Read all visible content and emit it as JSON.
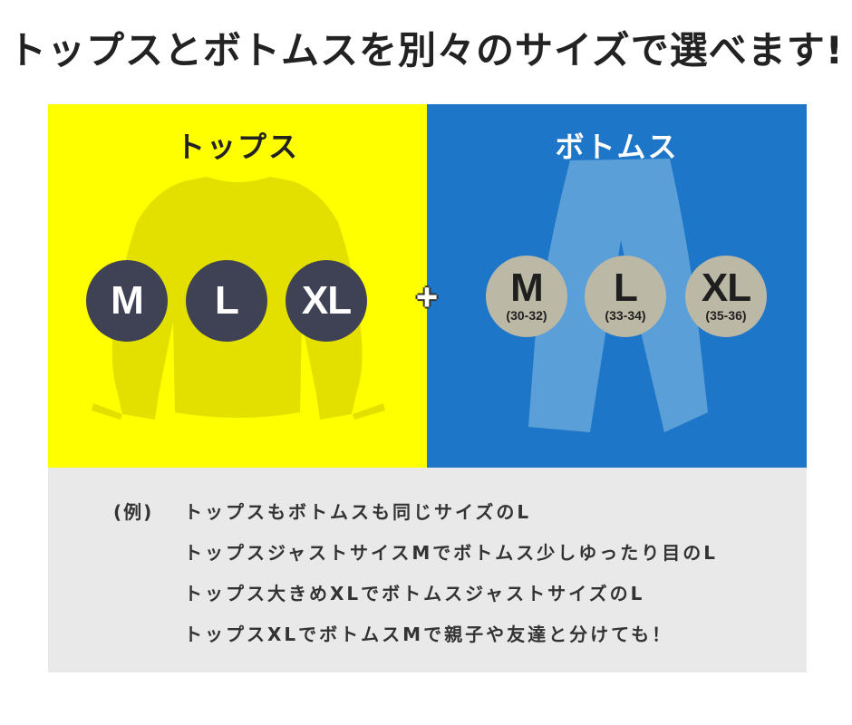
{
  "headline": "トップスとボトムスを別々のサイズで選べます!",
  "tops": {
    "title": "トップス",
    "sizes": [
      "M",
      "L",
      "XL"
    ],
    "panel_color": "#ffff00",
    "circle_color": "#3f4254"
  },
  "plus": "+",
  "bottoms": {
    "title": "ボトムス",
    "sizes": [
      {
        "label": "M",
        "range": "(30-32)"
      },
      {
        "label": "L",
        "range": "(33-34)"
      },
      {
        "label": "XL",
        "range": "(35-36)"
      }
    ],
    "panel_color": "#1e76c8",
    "circle_color": "#bcb8a6"
  },
  "examples": {
    "prefix": "(例)",
    "lines": [
      "トップスもボトムスも同じサイズのL",
      "トップスジャストサイスMでボトムス少しゆったり目のL",
      "トップス大きめXLでボトムスジャストサイズのL",
      "トップスXLでボトムスMで親子や友達と分けても！"
    ]
  }
}
